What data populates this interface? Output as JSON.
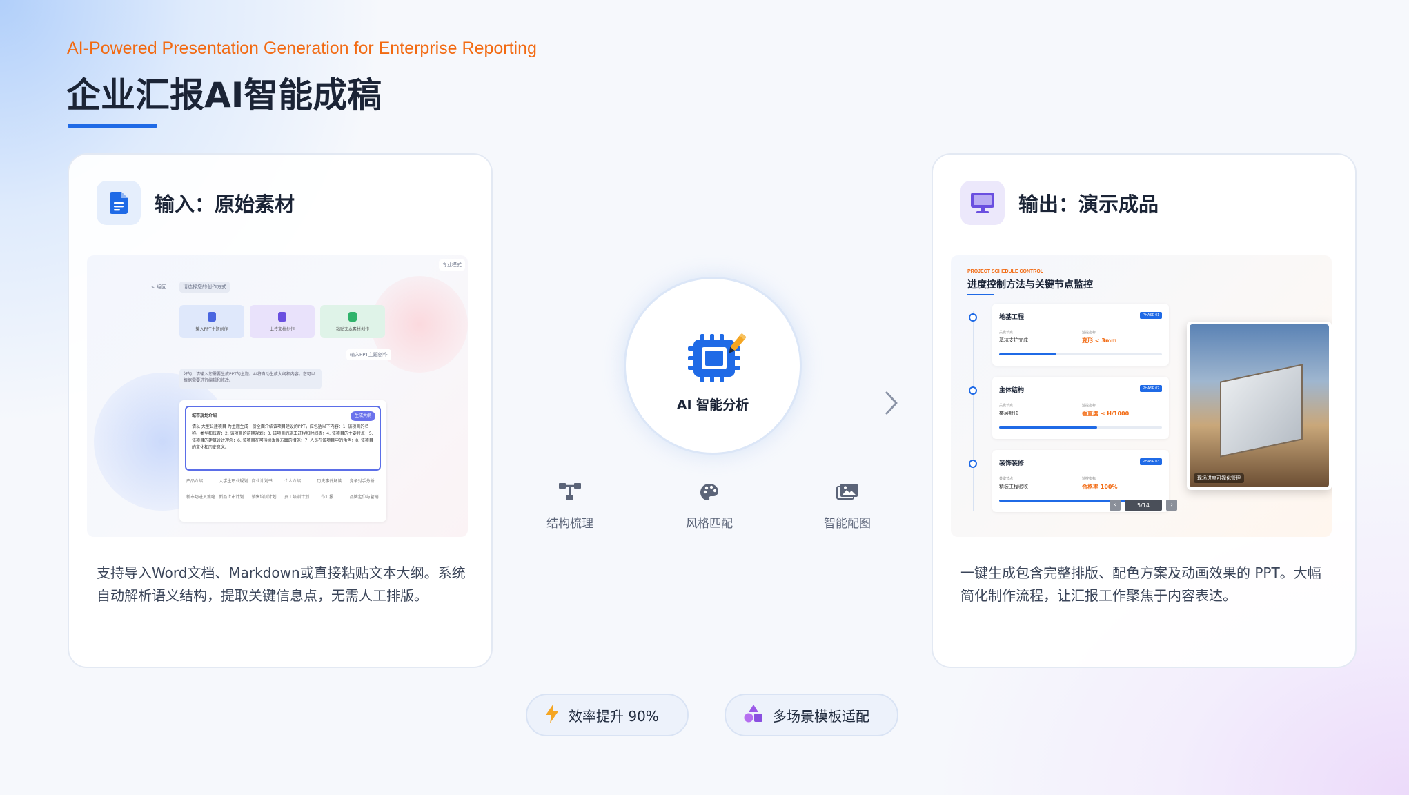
{
  "header": {
    "subtitle": "AI-Powered Presentation Generation for Enterprise Reporting",
    "title": "企业汇报AI智能成稿"
  },
  "input_card": {
    "icon": "document-icon",
    "title": "输入：原始素材",
    "description": "支持导入Word文档、Markdown或直接粘贴文本大纲。系统自动解析语义结构，提取关键信息点，无需人工排版。",
    "mock": {
      "back": "< 返回",
      "mode": "专业模式",
      "choose": "请选择您的创作方式",
      "tiles": [
        "输入PPT主题创作",
        "上传文档创作",
        "粘贴文本素材创作"
      ],
      "reply_chip": "输入PPT主题创作",
      "assistant_msg": "好的，请输入您需要生成PPT的主题。AI将自动生成大纲和内容，您可以根据需要进行编辑和修改。",
      "editor_title": "城市规划介绍",
      "editor_text": "请以 大型公建项目 为主题生成一份全面介绍该项目建设的PPT，应包括以下内容：1. 该项目的名称、类型和位置；2. 该项目的前期规划；3. 该项目的施工过程和时间表；4. 该项目的主要特点；5. 该项目的建筑设计理念；6. 该项目在可持续发展方面的措施；7. 人员在该项目中的角色；8. 该项目的文化和历史意义。",
      "gen_button": "生成大纲",
      "tags": [
        "产品介绍",
        "大学生职业规划",
        "商业计划书",
        "个人介绍",
        "历史事件解读",
        "竞争对手分析",
        "新市场进入策略",
        "新品上市计划",
        "销售培训计划",
        "员工培训计划",
        "工作汇报",
        "品牌定位与营销"
      ]
    }
  },
  "center": {
    "label": "AI 智能分析",
    "features": [
      {
        "icon": "structure-icon",
        "label": "结构梳理"
      },
      {
        "icon": "palette-icon",
        "label": "风格匹配"
      },
      {
        "icon": "image-icon",
        "label": "智能配图"
      }
    ]
  },
  "output_card": {
    "icon": "monitor-icon",
    "title": "输出：演示成品",
    "description": "一键生成包含完整排版、配色方案及动画效果的 PPT。大幅简化制作流程，让汇报工作聚焦于内容表达。",
    "mock": {
      "kicker": "PROJECT SCHEDULE CONTROL",
      "title": "进度控制方法与关键节点监控",
      "phases": [
        {
          "name": "地基工程",
          "phase": "PHASE 01",
          "k1": "关键节点",
          "v1": "基坑支护完成",
          "k2": "监控指标",
          "v2": "变形 < 3mm",
          "progress": 0.35
        },
        {
          "name": "主体结构",
          "phase": "PHASE 02",
          "k1": "关键节点",
          "v1": "楼层封顶",
          "k2": "监控指标",
          "v2": "垂直度 ≤ H/1000",
          "progress": 0.6
        },
        {
          "name": "装饰装修",
          "phase": "PHASE 03",
          "k1": "关键节点",
          "v1": "精装工程验收",
          "k2": "监控指标",
          "v2": "合格率 100%",
          "progress": 0.85
        }
      ],
      "photo_caption": "现场进度可视化管理",
      "pager": "5/14"
    }
  },
  "badges": [
    {
      "icon": "lightning-icon",
      "label": "效率提升 90%"
    },
    {
      "icon": "shapes-icon",
      "label": "多场景模板适配"
    }
  ],
  "colors": {
    "accent_blue": "#1f6ae6",
    "accent_orange": "#f26a12",
    "purple": "#6a4fe0"
  }
}
